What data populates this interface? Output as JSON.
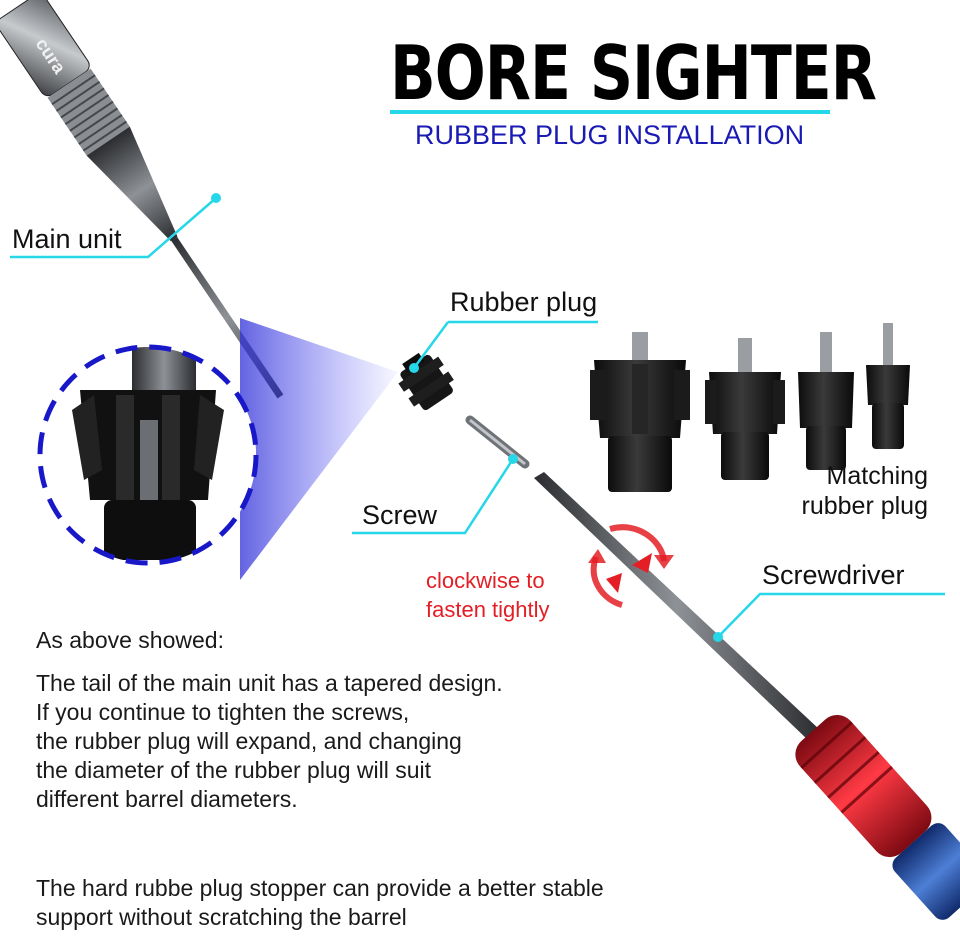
{
  "title": "BORE SIGHTER",
  "subtitle": "RUBBER PLUG INSTALLATION",
  "labels": {
    "main_unit": "Main unit",
    "rubber_plug": "Rubber plug",
    "screw": "Screw",
    "screwdriver": "Screwdriver",
    "matching_line1": "Matching",
    "matching_line2": "rubber plug",
    "clockwise_line1": "clockwise to",
    "clockwise_line2": "fasten tightly"
  },
  "description": {
    "intro": "As above showed:",
    "lines": [
      "The tail of the main unit has a tapered design.",
      "If you continue to tighten the screws,",
      "the rubber plug will expand, and changing",
      "the diameter of the rubber plug will suit",
      "different barrel diameters."
    ],
    "footer_lines": [
      "The hard rubbe plug stopper can provide a better stable",
      "support without scratching the barrel"
    ]
  },
  "brand_text": "cura",
  "colors": {
    "accent_cyan": "#26d7e8",
    "subtitle_blue": "#1a1ab4",
    "callout_dash_blue": "#1818c8",
    "note_red": "#e31e24",
    "handle_red": "#c8101e"
  }
}
